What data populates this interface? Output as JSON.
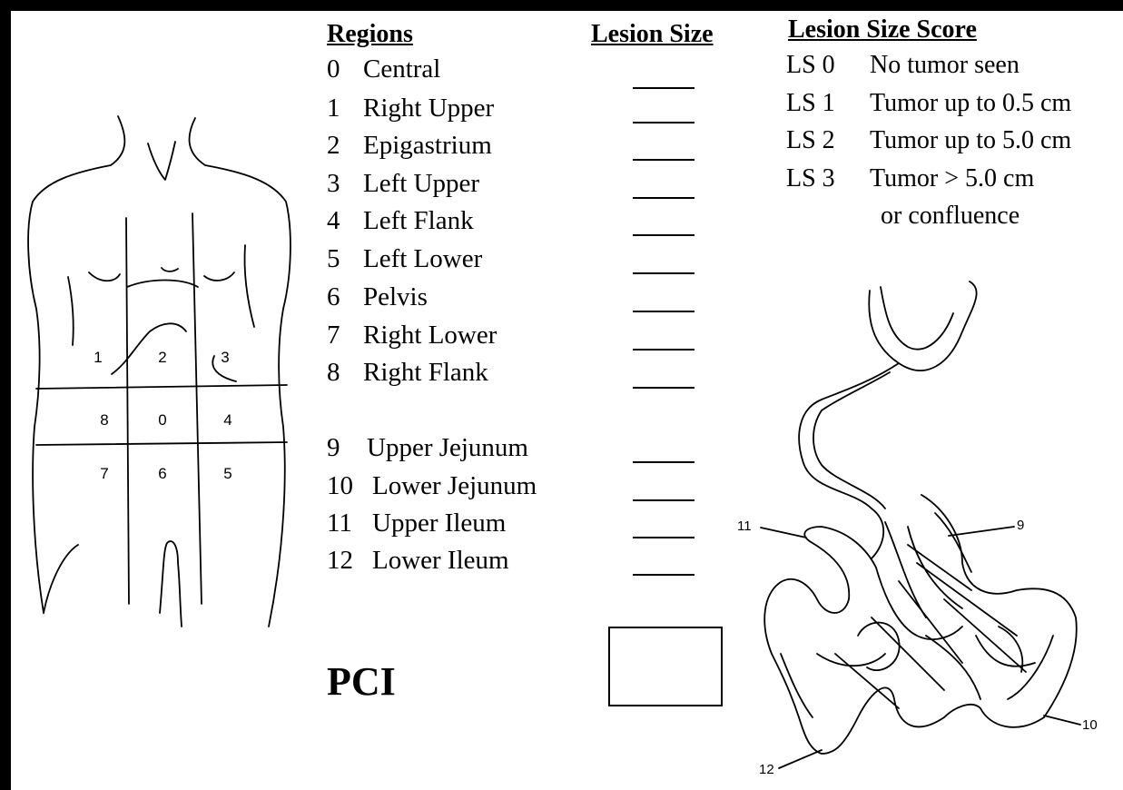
{
  "headers": {
    "regions": "Regions",
    "lesion_size": "Lesion Size",
    "lesion_size_score": "Lesion Size Score"
  },
  "regions": [
    {
      "num": "0",
      "name": "Central"
    },
    {
      "num": "1",
      "name": "Right Upper"
    },
    {
      "num": "2",
      "name": "Epigastrium"
    },
    {
      "num": "3",
      "name": "Left Upper"
    },
    {
      "num": "4",
      "name": "Left Flank"
    },
    {
      "num": "5",
      "name": "Left Lower"
    },
    {
      "num": "6",
      "name": "Pelvis"
    },
    {
      "num": "7",
      "name": "Right Lower"
    },
    {
      "num": "8",
      "name": "Right Flank"
    },
    {
      "num": "9",
      "name": "Upper Jejunum"
    },
    {
      "num": "10",
      "name": "Lower Jejunum"
    },
    {
      "num": "11",
      "name": "Upper Ileum"
    },
    {
      "num": "12",
      "name": "Lower Ileum"
    }
  ],
  "scores": [
    {
      "code": "LS 0",
      "desc": "No tumor seen"
    },
    {
      "code": "LS 1",
      "desc": "Tumor up to 0.5 cm"
    },
    {
      "code": "LS 2",
      "desc": "Tumor up to 5.0 cm"
    },
    {
      "code": "LS 3",
      "desc": "Tumor > 5.0 cm"
    }
  ],
  "score_continuation": "or confluence",
  "pci_label": "PCI",
  "body_zones": [
    "1",
    "2",
    "3",
    "8",
    "0",
    "4",
    "7",
    "6",
    "5"
  ],
  "bowel_labels": [
    "11",
    "9",
    "10",
    "12"
  ]
}
